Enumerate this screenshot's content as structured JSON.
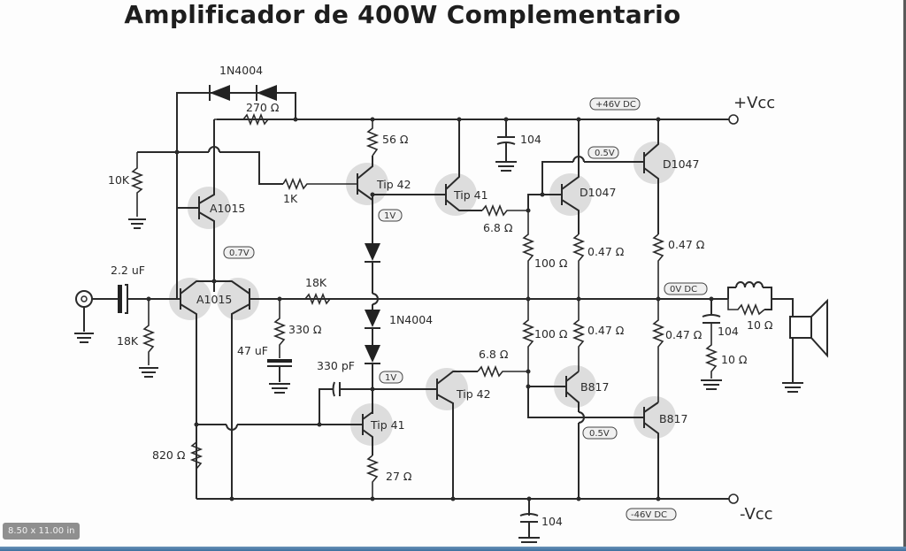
{
  "title": "Amplificador de 400W Complementario",
  "page_size_badge": "8.50 x 11.00 in",
  "rails": {
    "positive": {
      "label": "+Vcc",
      "voltage": "+46V DC"
    },
    "negative": {
      "label": "-Vcc",
      "voltage": "-46V DC"
    },
    "output": {
      "voltage": "0V DC"
    }
  },
  "components": {
    "diode_pair_top": "1N4004",
    "r_270": "270 Ω",
    "r_56": "56 Ω",
    "c_104_top": "104",
    "r_10k": "10K",
    "r_1k": "1K",
    "q_a1015_top": "A1015",
    "q_tip42_top": "Tip 42",
    "q_tip41_top": "Tip 41",
    "q_d1047_driver": "D1047",
    "q_d1047_out": "D1047",
    "r_6_8_top": "6.8 Ω",
    "r_100_top": "100 Ω",
    "r_047_a": "0.47 Ω",
    "r_047_b": "0.47 Ω",
    "c_in": "2.2 uF",
    "r_18k_in": "18K",
    "q_a1015_diff": "A1015",
    "r_18k_fb": "18K",
    "r_330": "330 Ω",
    "c_47u": "47 uF",
    "diode_pair_bottom": "1N4004",
    "c_330p": "330 pF",
    "q_tip42_bottom": "Tip 42",
    "q_tip41_bottom": "Tip 41",
    "r_6_8_bottom": "6.8 Ω",
    "r_100_bottom": "100 Ω",
    "r_047_c": "0.47 Ω",
    "r_047_d": "0.47 Ω",
    "q_b817_driver": "B817",
    "q_b817_out": "B817",
    "r_820": "820 Ω",
    "r_27": "27 Ω",
    "c_104_bottom": "104",
    "c_104_zobel": "104",
    "r_10_zobel": "10 Ω",
    "r_10_coil": "10 Ω"
  },
  "test_points": {
    "v_0_7": "0.7V",
    "v_1_top": "1V",
    "v_1_bottom": "1V",
    "v_0_5_top": "0.5V",
    "v_0_5_bottom": "0.5V"
  }
}
